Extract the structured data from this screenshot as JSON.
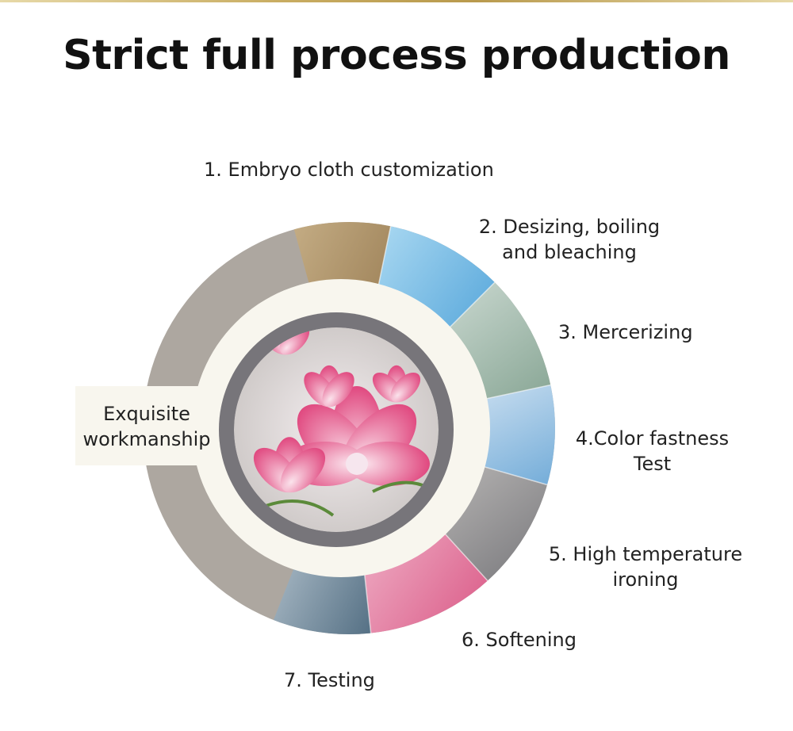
{
  "title": "Strict full process production",
  "hub_label": "Exquisite workmanship",
  "colors": {
    "ring_gray": "#ada7a0",
    "inner_ring": "#77757a",
    "cream": "#f8f6ee",
    "accent_pink": "#e95b8b",
    "accent_blue": "#5aa9d8"
  },
  "steps": [
    {
      "lines": [
        "1. Embryo cloth customization"
      ]
    },
    {
      "lines": [
        "2. Desizing, boiling",
        "and bleaching"
      ]
    },
    {
      "lines": [
        "3. Mercerizing"
      ]
    },
    {
      "lines": [
        "4.Color fastness",
        "Test"
      ]
    },
    {
      "lines": [
        "5. High temperature",
        "ironing"
      ]
    },
    {
      "lines": [
        "6. Softening"
      ]
    },
    {
      "lines": [
        "7. Testing"
      ]
    }
  ]
}
